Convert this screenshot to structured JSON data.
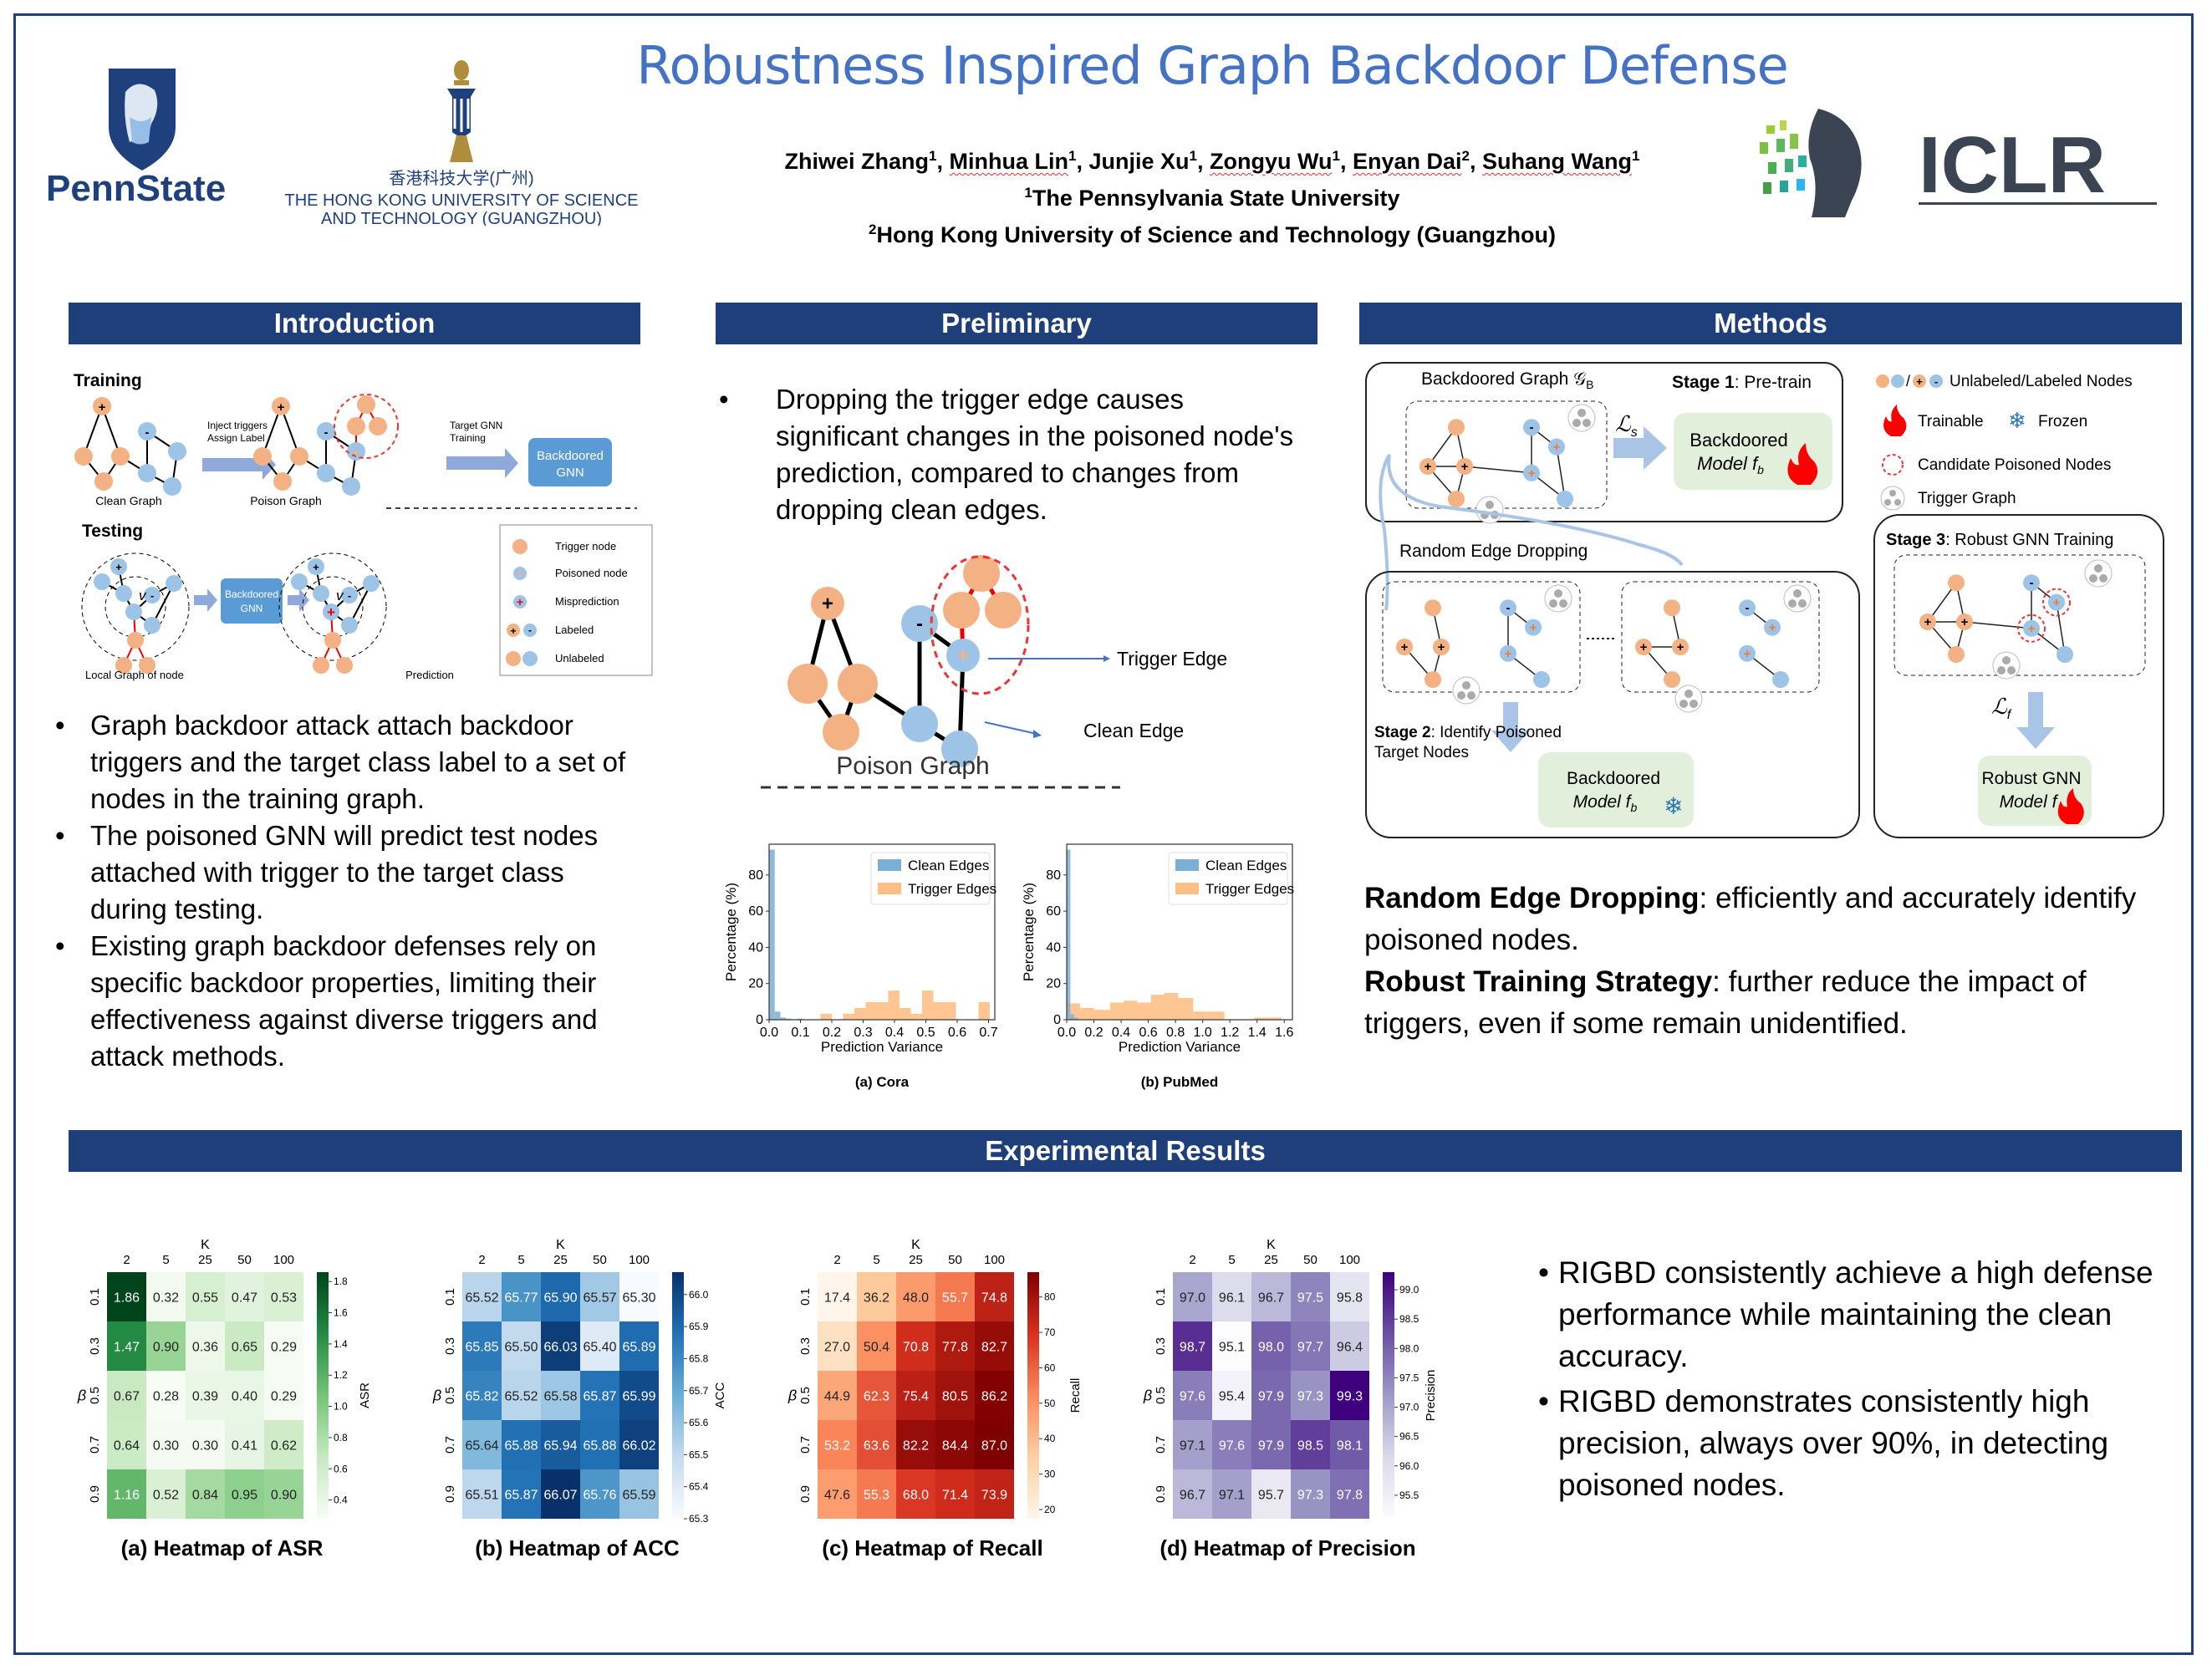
{
  "header": {
    "title": "Robustness Inspired Graph Backdoor Defense",
    "authors": [
      {
        "name": "Zhiwei Zhang",
        "aff": "1"
      },
      {
        "name": "Minhua Lin",
        "aff": "1"
      },
      {
        "name": "Junjie Xu",
        "aff": "1"
      },
      {
        "name": "Zongyu Wu",
        "aff": "1"
      },
      {
        "name": "Enyan Dai",
        "aff": "2"
      },
      {
        "name": "Suhang Wang",
        "aff": "1"
      }
    ],
    "affiliation_1": "The Pennsylvania State University",
    "affiliation_2": "Hong Kong University of Science and Technology (Guangzhou)",
    "aff_1_mark": "1",
    "aff_2_mark": "2",
    "logos": {
      "pennstate": "PennState",
      "hkust_cn": "香港科技大学(广州)",
      "hkust_en_1": "THE HONG KONG UNIVERSITY OF SCIENCE",
      "hkust_en_2": "AND TECHNOLOGY (GUANGZHOU)",
      "iclr": "ICLR"
    }
  },
  "sections": {
    "introduction": "Introduction",
    "preliminary": "Preliminary",
    "methods": "Methods",
    "results": "Experimental Results"
  },
  "intro_figure": {
    "training_label": "Training",
    "testing_label": "Testing",
    "inject_1": "Inject triggers",
    "inject_2": "Assign Label",
    "target_1": "Target GNN",
    "target_2": "Training",
    "backdoored_1": "Backdoored",
    "backdoored_2": "GNN",
    "clean_graph": "Clean Graph",
    "poison_graph": "Poison Graph",
    "local_graph": "Local Graph of node",
    "node_v": "v",
    "prediction": "Prediction",
    "legend": [
      "Trigger node",
      "Poisoned node",
      "Misprediction",
      "Labeled",
      "Unlabeled"
    ]
  },
  "intro_bullets": [
    "Graph backdoor attack attach backdoor triggers and the target class label to a set of nodes in the training graph.",
    "The poisoned GNN will predict test nodes attached with trigger to the target class during testing.",
    "Existing graph backdoor defenses rely on specific backdoor properties, limiting their effectiveness against diverse triggers and attack methods."
  ],
  "preliminary": {
    "bullet": "Dropping the trigger edge causes significant changes in the poisoned node's prediction, compared to changes from dropping clean edges.",
    "trigger_edge": "Trigger Edge",
    "clean_edge": "Clean Edge",
    "poison_graph": "Poison Graph"
  },
  "methods": {
    "backdoored_graph": "Backdoored Graph 𝒢",
    "backdoored_graph_sub": "B",
    "stage1_bold": "Stage 1",
    "stage1_rest": ": Pre-train",
    "loss_s": "ℒ",
    "loss_s_sub": "s",
    "bd_model_1": "Backdoored",
    "bd_model_2": "Model f",
    "bd_model_sub": "b",
    "random_edge_dropping": "Random Edge Dropping",
    "stage2_bold": "Stage 2",
    "stage2_rest": ": Identify Poisoned",
    "stage2_line2": "Target Nodes",
    "stage3_bold": "Stage 3",
    "stage3_rest": ": Robust GNN Training",
    "loss_f": "ℒ",
    "loss_f_sub": "f",
    "robust_1": "Robust GNN",
    "robust_2": "Model f",
    "legend": {
      "nodes": "Unlabeled/Labeled Nodes",
      "trainable": "Trainable",
      "frozen": "Frozen",
      "candidate": "Candidate Poisoned Nodes",
      "trigger_graph": "Trigger Graph"
    },
    "summary": [
      {
        "bold": "Random Edge Dropping",
        "rest": ": efficiently and accurately identify poisoned nodes."
      },
      {
        "bold": "Robust Training Strategy",
        "rest": ": further reduce the impact of triggers, even if some remain unidentified."
      }
    ]
  },
  "results_bullets": [
    "RIGBD consistently achieve a high defense performance while maintaining the clean accuracy.",
    "RIGBD demonstrates consistently high precision, always over 90%, in detecting poisoned nodes."
  ],
  "colors": {
    "section_bar": "#1f3f7a",
    "title": "#4472c4",
    "orange_node": "#f4b183",
    "blue_node": "#9dc3e6",
    "clean_edges": "#7bafd4",
    "trigger_edges": "#ffbf86"
  },
  "chart_data": [
    {
      "type": "bar",
      "title": "(a) Cora",
      "xlabel": "Prediction Variance",
      "ylabel": "Percentage (%)",
      "xlim": [
        0,
        0.72
      ],
      "ylim": [
        0,
        97
      ],
      "xticks": [
        "0.0",
        "0.1",
        "0.2",
        "0.3",
        "0.4",
        "0.5",
        "0.6",
        "0.7"
      ],
      "yticks": [
        "0",
        "20",
        "40",
        "60",
        "80"
      ],
      "legend": "top-right",
      "series": [
        {
          "name": "Clean Edges",
          "bins": [
            [
              0,
              0.018,
              94
            ],
            [
              0.018,
              0.036,
              4.5
            ],
            [
              0.036,
              0.054,
              1.2
            ],
            [
              0.054,
              0.072,
              0.6
            ],
            [
              0.09,
              0.108,
              0.6
            ]
          ]
        },
        {
          "name": "Trigger Edges",
          "bins": [
            [
              0.164,
              0.2,
              3.3
            ],
            [
              0.236,
              0.272,
              3.3
            ],
            [
              0.272,
              0.308,
              6.5
            ],
            [
              0.308,
              0.344,
              9.7
            ],
            [
              0.344,
              0.38,
              9.7
            ],
            [
              0.38,
              0.416,
              16.1
            ],
            [
              0.416,
              0.452,
              6.5
            ],
            [
              0.452,
              0.488,
              3.3
            ],
            [
              0.488,
              0.524,
              16.1
            ],
            [
              0.524,
              0.56,
              9.7
            ],
            [
              0.56,
              0.596,
              9.7
            ],
            [
              0.668,
              0.704,
              9.7
            ]
          ]
        }
      ]
    },
    {
      "type": "bar",
      "title": "(b) PubMed",
      "xlabel": "Prediction Variance",
      "ylabel": "Percentage (%)",
      "xlim": [
        0,
        1.66
      ],
      "ylim": [
        0,
        97
      ],
      "xticks": [
        "0.0",
        "0.2",
        "0.4",
        "0.6",
        "0.8",
        "1.0",
        "1.2",
        "1.4",
        "1.6"
      ],
      "yticks": [
        "0",
        "20",
        "40",
        "60",
        "80"
      ],
      "legend": "top-right",
      "series": [
        {
          "name": "Clean Edges",
          "bins": [
            [
              0,
              0.027,
              94
            ],
            [
              0.027,
              0.054,
              3
            ],
            [
              0.054,
              0.081,
              1.2
            ]
          ]
        },
        {
          "name": "Trigger Edges",
          "bins": [
            [
              0,
              0.1,
              9
            ],
            [
              0.1,
              0.2,
              6.5
            ],
            [
              0.2,
              0.32,
              5.5
            ],
            [
              0.32,
              0.42,
              9.5
            ],
            [
              0.42,
              0.52,
              10.5
            ],
            [
              0.52,
              0.62,
              9.5
            ],
            [
              0.62,
              0.72,
              13.8
            ],
            [
              0.72,
              0.82,
              14.8
            ],
            [
              0.82,
              0.93,
              12
            ],
            [
              0.93,
              1.05,
              4.5
            ],
            [
              1.05,
              1.16,
              4.5
            ],
            [
              1.38,
              1.58,
              1.2
            ]
          ]
        }
      ]
    },
    {
      "type": "heatmap",
      "title": "(a) Heatmap of ASR",
      "xlabel": "K",
      "ylabel": "β",
      "colorbar_label": "ASR",
      "x": [
        "2",
        "5",
        "25",
        "50",
        "100"
      ],
      "y": [
        "0.1",
        "0.3",
        "0.5",
        "0.7",
        "0.9"
      ],
      "values": [
        [
          1.86,
          0.32,
          0.55,
          0.47,
          0.53
        ],
        [
          1.47,
          0.9,
          0.36,
          0.65,
          0.29
        ],
        [
          0.67,
          0.28,
          0.39,
          0.4,
          0.29
        ],
        [
          0.64,
          0.3,
          0.3,
          0.41,
          0.62
        ],
        [
          1.16,
          0.52,
          0.84,
          0.95,
          0.9
        ]
      ],
      "decimals": 2,
      "range": [
        0.28,
        1.86
      ],
      "colorbar_ticks": [
        "0.4",
        "0.6",
        "0.8",
        "1.0",
        "1.2",
        "1.4",
        "1.6",
        "1.8"
      ],
      "palette": [
        "#f7fcf5",
        "#c7e9c0",
        "#74c476",
        "#238b45",
        "#00441b"
      ]
    },
    {
      "type": "heatmap",
      "title": "(b) Heatmap of ACC",
      "xlabel": "K",
      "ylabel": "β",
      "colorbar_label": "ACC",
      "x": [
        "2",
        "5",
        "25",
        "50",
        "100"
      ],
      "y": [
        "0.1",
        "0.3",
        "0.5",
        "0.7",
        "0.9"
      ],
      "values": [
        [
          65.52,
          65.77,
          65.9,
          65.57,
          65.3
        ],
        [
          65.85,
          65.5,
          66.03,
          65.4,
          65.89
        ],
        [
          65.82,
          65.52,
          65.58,
          65.87,
          65.99
        ],
        [
          65.64,
          65.88,
          65.94,
          65.88,
          66.02
        ],
        [
          65.51,
          65.87,
          66.07,
          65.76,
          65.59
        ]
      ],
      "decimals": 2,
      "range": [
        65.3,
        66.07
      ],
      "colorbar_ticks": [
        "65.3",
        "65.4",
        "65.5",
        "65.6",
        "65.7",
        "65.8",
        "65.9",
        "66.0"
      ],
      "palette": [
        "#f7fbff",
        "#c6dbef",
        "#6baed6",
        "#2171b5",
        "#08306b"
      ]
    },
    {
      "type": "heatmap",
      "title": "(c) Heatmap of Recall",
      "xlabel": "K",
      "ylabel": "β",
      "colorbar_label": "Recall",
      "x": [
        "2",
        "5",
        "25",
        "50",
        "100"
      ],
      "y": [
        "0.1",
        "0.3",
        "0.5",
        "0.7",
        "0.9"
      ],
      "values": [
        [
          17.4,
          36.2,
          48.0,
          55.7,
          74.8
        ],
        [
          27.0,
          50.4,
          70.8,
          77.8,
          82.7
        ],
        [
          44.9,
          62.3,
          75.4,
          80.5,
          86.2
        ],
        [
          53.2,
          63.6,
          82.2,
          84.4,
          87.0
        ],
        [
          47.6,
          55.3,
          68.0,
          71.4,
          73.9
        ]
      ],
      "decimals": 1,
      "range": [
        17.4,
        87.0
      ],
      "colorbar_ticks": [
        "20",
        "30",
        "40",
        "50",
        "60",
        "70",
        "80"
      ],
      "palette": [
        "#fff5eb",
        "#fdd0a2",
        "#fb8a5c",
        "#d7301f",
        "#7f0000"
      ]
    },
    {
      "type": "heatmap",
      "title": "(d) Heatmap of Precision",
      "xlabel": "K",
      "ylabel": "β",
      "colorbar_label": "Precision",
      "x": [
        "2",
        "5",
        "25",
        "50",
        "100"
      ],
      "y": [
        "0.1",
        "0.3",
        "0.5",
        "0.7",
        "0.9"
      ],
      "values": [
        [
          97.0,
          96.1,
          96.7,
          97.5,
          95.8
        ],
        [
          98.7,
          95.1,
          98.0,
          97.7,
          96.4
        ],
        [
          97.6,
          95.4,
          97.9,
          97.3,
          99.3
        ],
        [
          97.1,
          97.6,
          97.9,
          98.5,
          98.1
        ],
        [
          96.7,
          97.1,
          95.7,
          97.3,
          97.8
        ]
      ],
      "decimals": 1,
      "range": [
        95.1,
        99.3
      ],
      "colorbar_ticks": [
        "95.5",
        "96.0",
        "96.5",
        "97.0",
        "97.5",
        "98.0",
        "98.5",
        "99.0"
      ],
      "palette": [
        "#fcfbfd",
        "#dadaeb",
        "#9e9ac8",
        "#6a51a3",
        "#3f007d"
      ]
    }
  ]
}
